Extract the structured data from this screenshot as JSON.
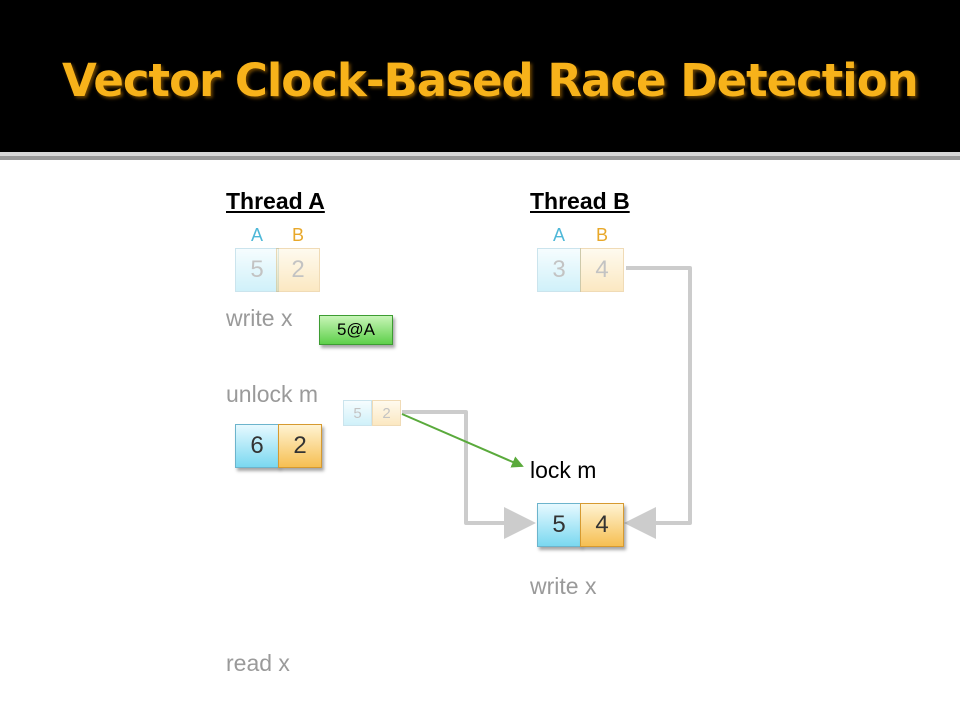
{
  "slide": {
    "title": "Vector Clock-Based Race Detection"
  },
  "thread_a": {
    "heading": "Thread A",
    "columns": [
      "A",
      "B"
    ],
    "clock": [
      5,
      2
    ],
    "statements": [
      "write  x",
      "unlock m",
      "read x"
    ],
    "after_unlock_clock": [
      6,
      2
    ]
  },
  "thread_b": {
    "heading": "Thread B",
    "columns": [
      "A",
      "B"
    ],
    "clock": [
      3,
      4
    ],
    "statements": [
      "lock m",
      "write x"
    ],
    "after_lock_clock": [
      5,
      4
    ]
  },
  "lock_m": {
    "clock": [
      5,
      2
    ]
  },
  "shadow": {
    "x_label": "5@A"
  },
  "colors": {
    "title": "#f7b21a",
    "thread_a_cell": "#7ad8f0",
    "thread_b_cell": "#f6bf52",
    "shadow_tag": "#5ed04a",
    "sync_arrow": "#5aaa3c",
    "join_arrows": "#cccccc"
  }
}
